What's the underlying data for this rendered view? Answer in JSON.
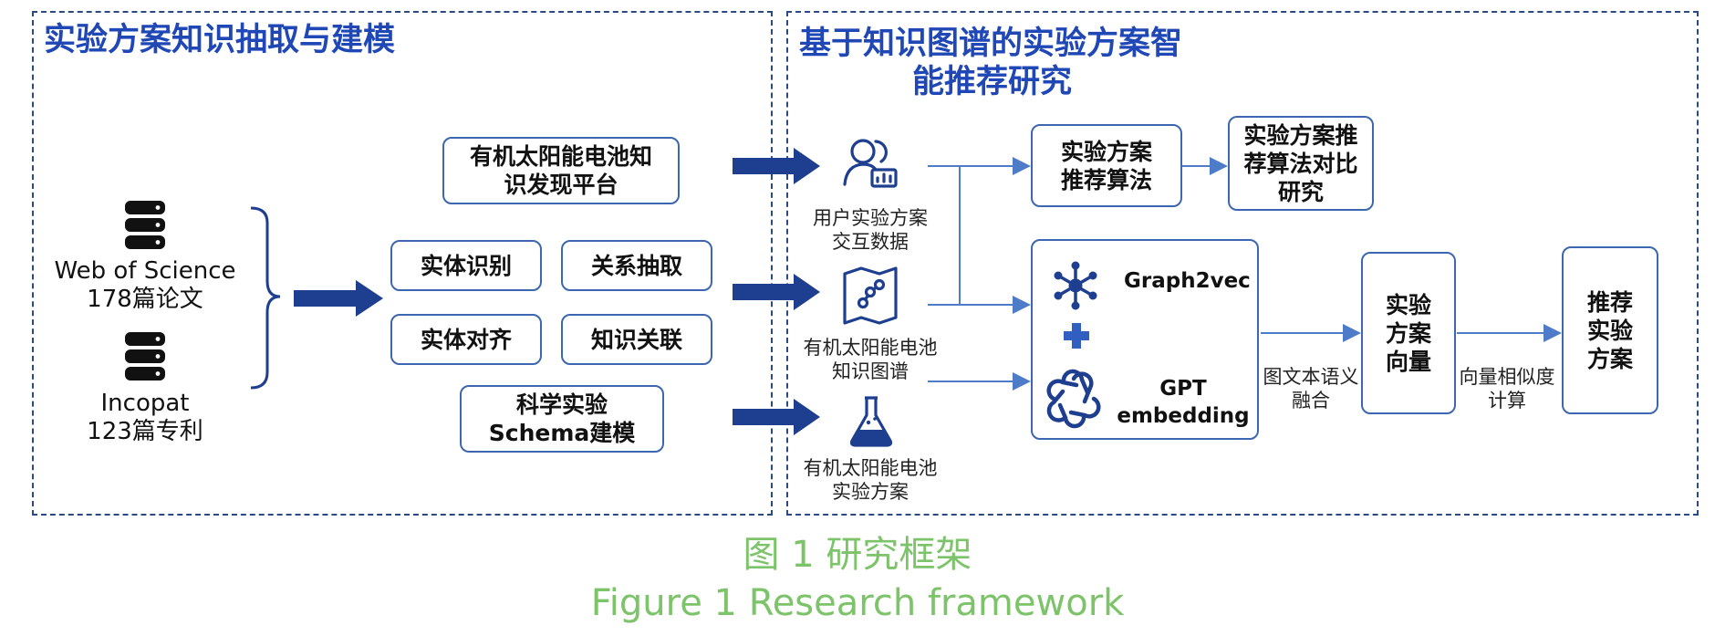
{
  "left_panel": {
    "title": "实验方案知识抽取与建模",
    "source_wos": {
      "name": "Web of Science",
      "count": "178篇论文"
    },
    "source_incopat": {
      "name": "Incopat",
      "count": "123篇专利"
    },
    "platform_box": "有机太阳能电池知\n识发现平台",
    "tasks": [
      "实体识别",
      "关系抽取",
      "实体对齐",
      "知识关联"
    ],
    "schema_box": "科学实验\nSchema建模"
  },
  "right_panel": {
    "title_line1": "基于知识图谱的实验方案智",
    "title_line2": "能推荐研究",
    "input_user": "用户实验方案\n交互数据",
    "input_kg": "有机太阳能电池\n知识图谱",
    "input_experiment": "有机太阳能电池\n实验方案",
    "algo_box": "实验方案\n推荐算法",
    "compare_box": "实验方案推\n荐算法对比\n研究",
    "graph2vec": "Graph2vec",
    "plus": "+",
    "gpt_line1": "GPT",
    "gpt_line2": "embedding",
    "fusion_label": "图文本语义\n融合",
    "vector_box": "实验\n方案\n向量",
    "similarity_label": "向量相似度\n计算",
    "recommend_box": "推荐\n实验\n方案"
  },
  "caption": {
    "zh": "图 1  研究框架",
    "en": "Figure 1  Research framework"
  },
  "colors": {
    "panel_border": "#2a4a86",
    "title": "#1f47b5",
    "arrow_fill": "#1e3f8f",
    "line": "#4f7cc9",
    "box_border": "#3d66b0",
    "caption": "#7cc36a"
  }
}
